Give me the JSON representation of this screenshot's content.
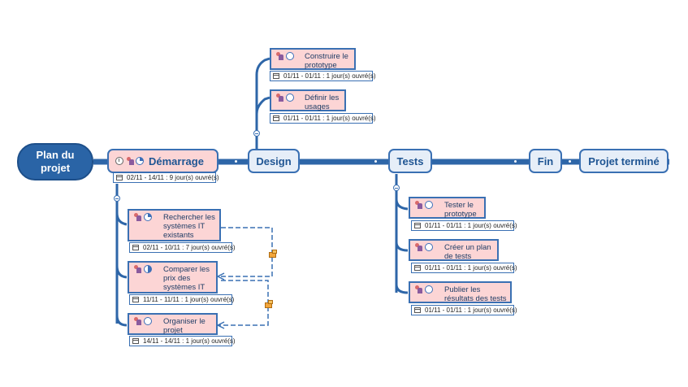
{
  "root": {
    "label": "Plan du projet"
  },
  "phases": {
    "demarrage": {
      "label": "Démarrage",
      "date": "02/11 - 14/11 : 9 jour(s) ouvré(s)"
    },
    "design": {
      "label": "Design"
    },
    "tests": {
      "label": "Tests"
    },
    "fin": {
      "label": "Fin"
    },
    "termine": {
      "label": "Projet terminé"
    }
  },
  "tasks": {
    "construire": {
      "label": "Construire le prototype",
      "date": "01/11 - 01/11 : 1 jour(s) ouvré(s)",
      "progress": 0
    },
    "definir": {
      "label": "Définir les usages",
      "date": "01/11 - 01/11 : 1 jour(s) ouvré(s)",
      "progress": 0
    },
    "rechercher": {
      "label": "Rechercher les systèmes IT existants",
      "date": "02/11 - 10/11 : 7 jour(s) ouvré(s)",
      "progress": 0.25
    },
    "comparer": {
      "label": "Comparer les prix des systèmes IT",
      "date": "11/11 - 11/11 : 1 jour(s) ouvré(s)",
      "progress": 0.5
    },
    "organiser": {
      "label": "Organiser le projet",
      "date": "14/11 - 14/11 : 1 jour(s) ouvré(s)",
      "progress": 0
    },
    "tester": {
      "label": "Tester le prototype",
      "date": "01/11 - 01/11 : 1 jour(s) ouvré(s)",
      "progress": 0
    },
    "creer": {
      "label": "Créer un plan de tests",
      "date": "01/11 - 01/11 : 1 jour(s) ouvré(s)",
      "progress": 0
    },
    "publier": {
      "label": "Publier les résultats des tests",
      "date": "01/11 - 01/11 : 1 jour(s) ouvré(s)",
      "progress": 0
    }
  },
  "icons": [
    "clock-icon",
    "resource-icon",
    "progress-icon",
    "calendar-icon",
    "collapse-icon",
    "dependency-icon"
  ],
  "colors": {
    "branch": "#2e66a8",
    "node_border": "#3a70b3",
    "task_fill": "#fcd5d5",
    "root_fill": "#2a64a6"
  }
}
